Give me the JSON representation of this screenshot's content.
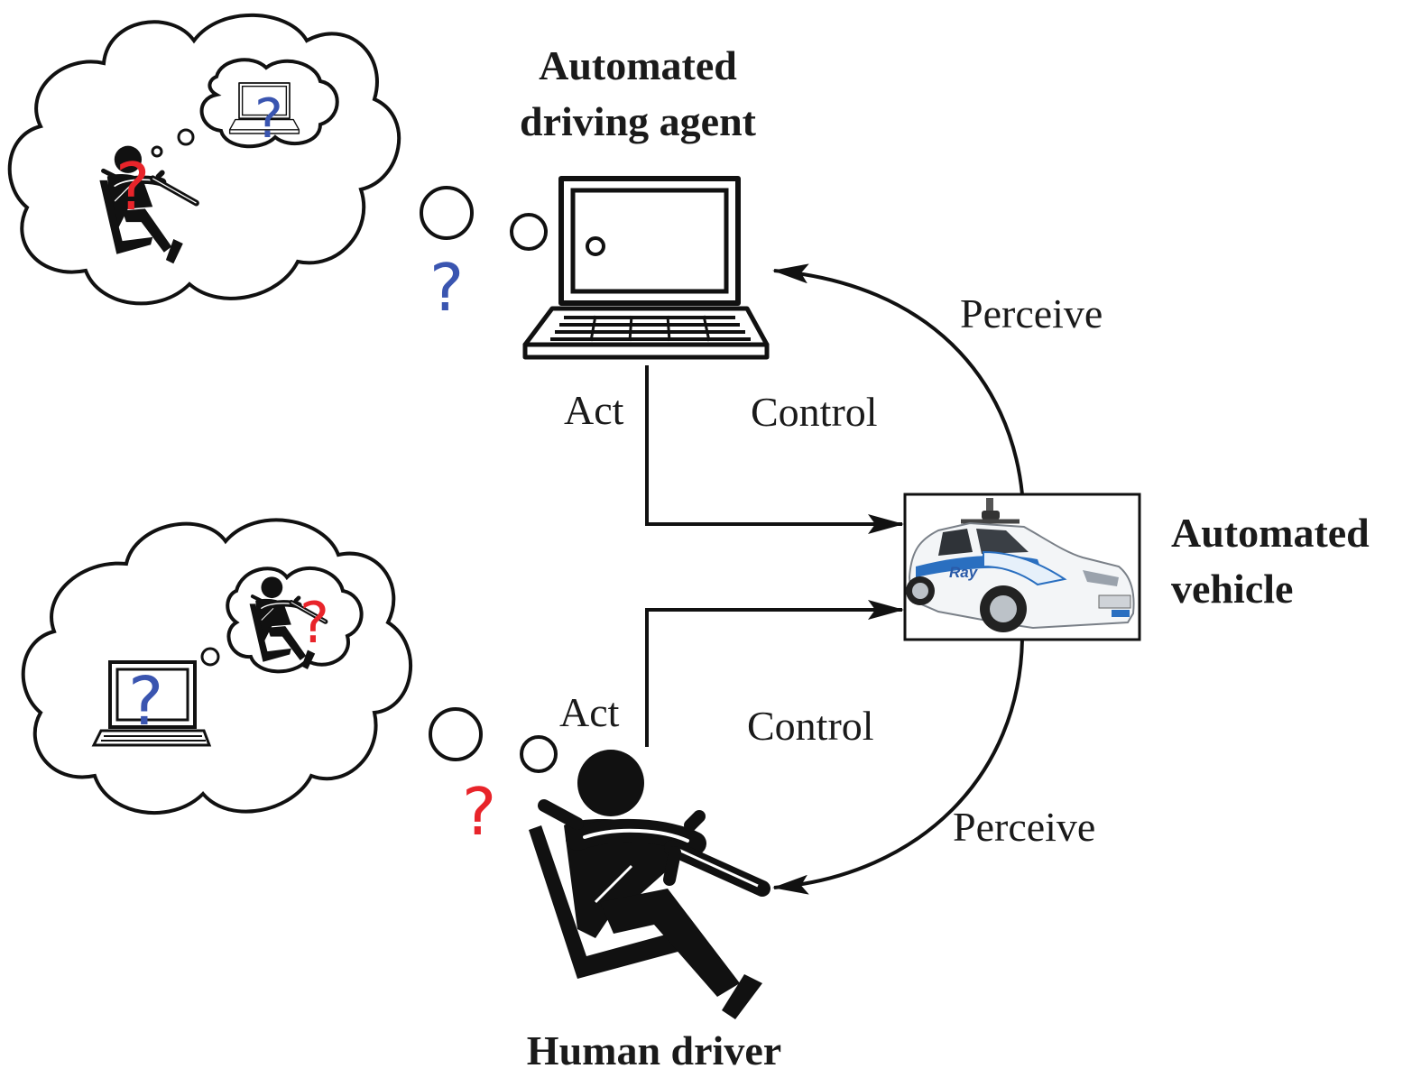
{
  "labels": {
    "agent_title_line1": "Automated",
    "agent_title_line2": "driving agent",
    "vehicle_title_line1": "Automated",
    "vehicle_title_line2": "vehicle",
    "driver_title": "Human driver",
    "act_top": "Act",
    "control_top": "Control",
    "perceive_top": "Perceive",
    "act_bottom": "Act",
    "control_bottom": "Control",
    "perceive_bottom": "Perceive",
    "car_brand": "Ray",
    "question_mark": "?"
  },
  "icons": {
    "agent": "laptop-icon",
    "driver": "driver-seat-icon",
    "vehicle": "car-photo"
  },
  "colors": {
    "ink": "#111111",
    "question_blue": "#3a55b0",
    "question_red": "#e8242a",
    "car_accent": "#2a6fc0"
  }
}
